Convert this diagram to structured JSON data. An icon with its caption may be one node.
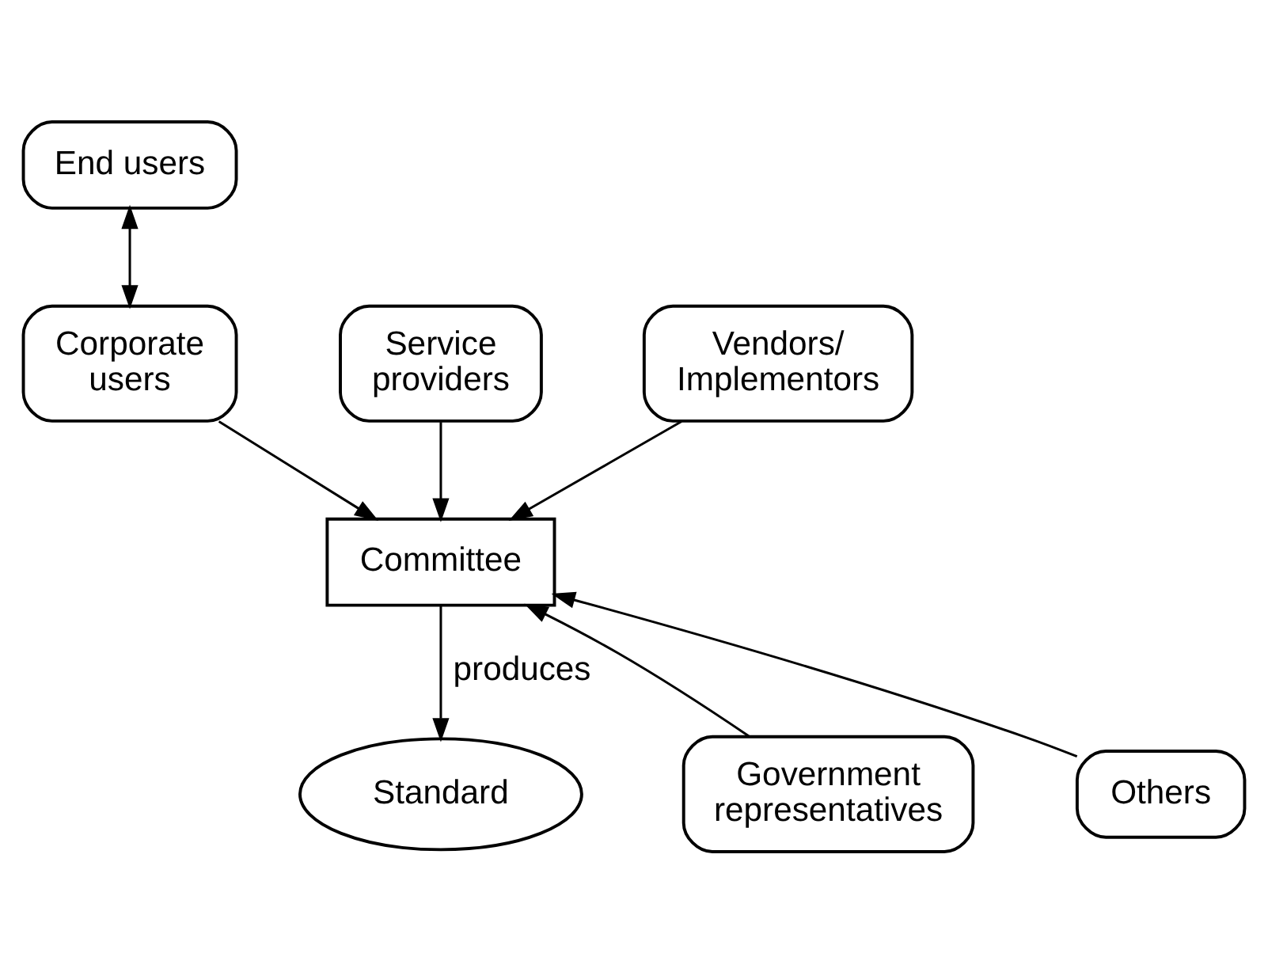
{
  "diagram": {
    "nodes": [
      {
        "text": [
          "End users"
        ]
      },
      {
        "text": [
          "Service providers"
        ]
      },
      {
        "text": [
          "Corporate users"
        ]
      },
      {
        "text": [
          "Vendors/ Implementors"
        ]
      },
      {
        "text": [
          "Committee"
        ]
      },
      {
        "text": [
          "Government representatives"
        ]
      },
      {
        "text": [
          "Others"
        ]
      },
      {
        "text": [
          "Standard"
        ]
      }
    ],
    "edges": [
      {
        "from": 0,
        "to": 2,
        "arrow": "both"
      },
      {
        "from": 2,
        "to": 4,
        "arrow": "to"
      },
      {
        "from": 1,
        "to": 4,
        "arrow": "to"
      },
      {
        "from": 3,
        "to": 4,
        "arrow": "to"
      },
      {
        "from": 5,
        "to": 4,
        "arrow": "to"
      },
      {
        "from": 6,
        "to": 4,
        "arrow": "to"
      },
      {
        "from": 4,
        "to": 7,
        "arrow": "to",
        "label": "produces"
      }
    ]
  }
}
